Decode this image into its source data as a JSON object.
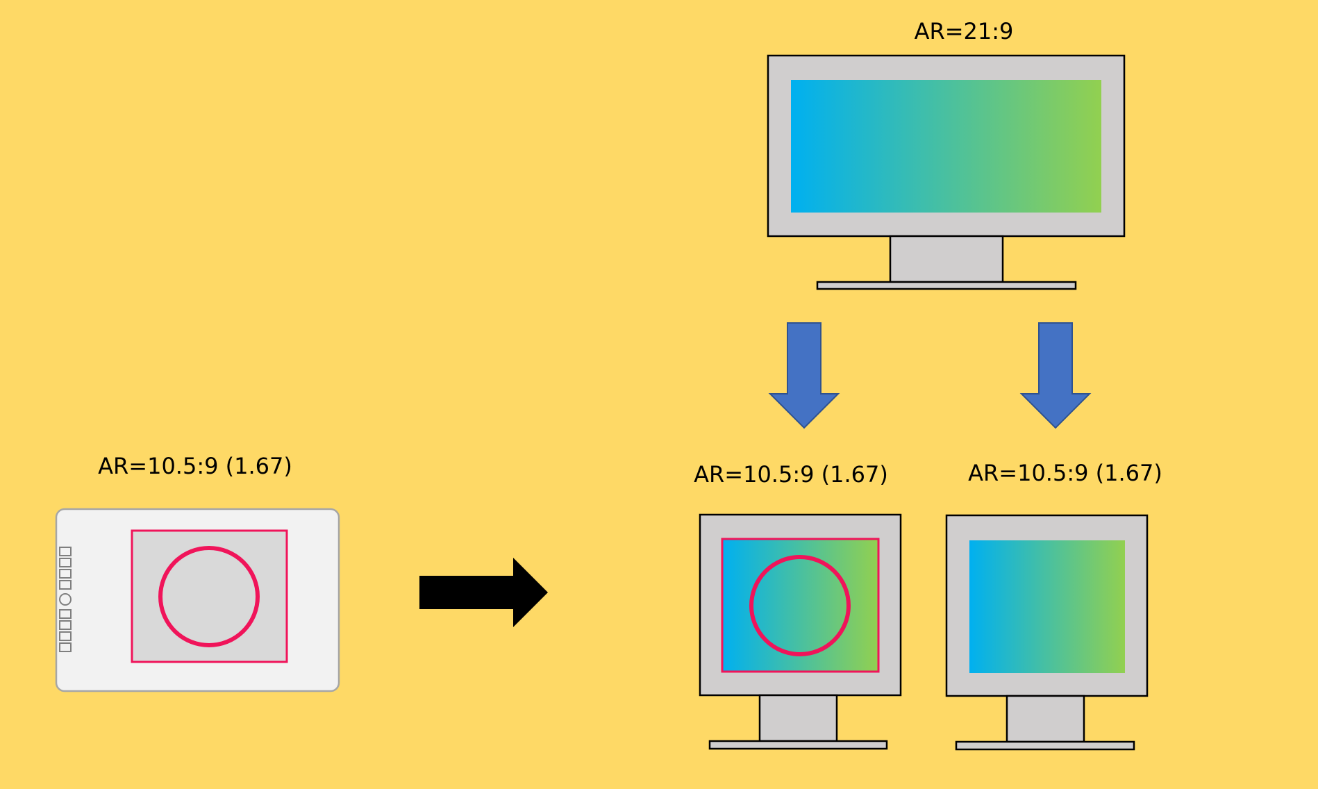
{
  "labels": {
    "top_monitor": "AR=21:9",
    "tablet": "AR=10.5:9 (1.67)",
    "bottom_left_monitor": "AR=10.5:9 (1.67)",
    "bottom_right_monitor": "AR=10.5:9 (1.67)"
  },
  "colors": {
    "background": "#FED966",
    "bezel": "#D0CECE",
    "outline": "#000000",
    "gradient_start": "#00B0F0",
    "gradient_end": "#92D050",
    "highlight": "#F0145A",
    "down_arrow": "#4472C4",
    "right_arrow": "#000000",
    "tablet_body": "#F2F2F2",
    "tablet_area": "#D9D9D9"
  },
  "icons": {
    "right_arrow": "right-arrow-icon",
    "down_arrow": "down-arrow-icon",
    "monitor": "monitor-icon",
    "tablet": "drawing-tablet-icon"
  }
}
